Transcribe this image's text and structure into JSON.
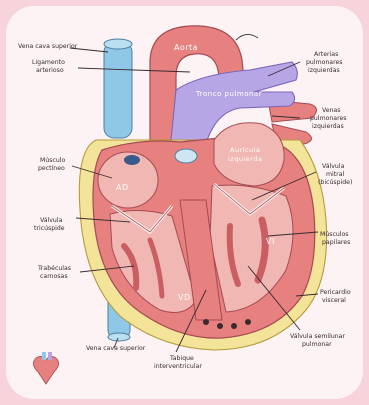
{
  "labels": {
    "vena_cava_superior_top": "Vena cava superior",
    "ligamento_arterioso": [
      "Ligamento",
      "arterioso"
    ],
    "arterias_pulmonares": [
      "Arterias",
      "pulmonares",
      "izquierdas"
    ],
    "venas_pulmonares": [
      "Venas",
      "pulmonares",
      "izquierdas"
    ],
    "musculo_pectineo": [
      "Músculo",
      "pectíneo"
    ],
    "valvula_mitral": [
      "Válvula",
      "mitral",
      "(bicúspide)"
    ],
    "valvula_tricuspide": [
      "Válvula",
      "tricúspide"
    ],
    "musculos_papilares": [
      "Músculos",
      "papilares"
    ],
    "trabeculas_carnosas": [
      "Trabéculas",
      "carnosas"
    ],
    "pericardio_visceral": [
      "Pericardio",
      "visceral"
    ],
    "vena_cava_superior_bottom": "Vena cava superior",
    "tabique_interventricular": [
      "Tabique",
      "interventricular"
    ],
    "valvula_semilunar_pulmonar": [
      "Válvula semilunar",
      "pulmonar"
    ]
  },
  "inner_labels": {
    "aorta": "Aorta",
    "tronco_pulmonar": "Tronco pulmonar",
    "auricula_izquierda": [
      "Aurícula",
      "izquierda"
    ],
    "ad": "AD",
    "vi": "VI",
    "vd": "VD"
  },
  "colors": {
    "background": "#f7d4dc",
    "card": "#fdf3f5",
    "muscle": "#e7817f",
    "muscle_dark": "#c95f63",
    "chamber": "#f1b7b3",
    "pericardium": "#f3e49a",
    "vein_blue": "#8ec8e6",
    "purple": "#b7a6e6"
  }
}
